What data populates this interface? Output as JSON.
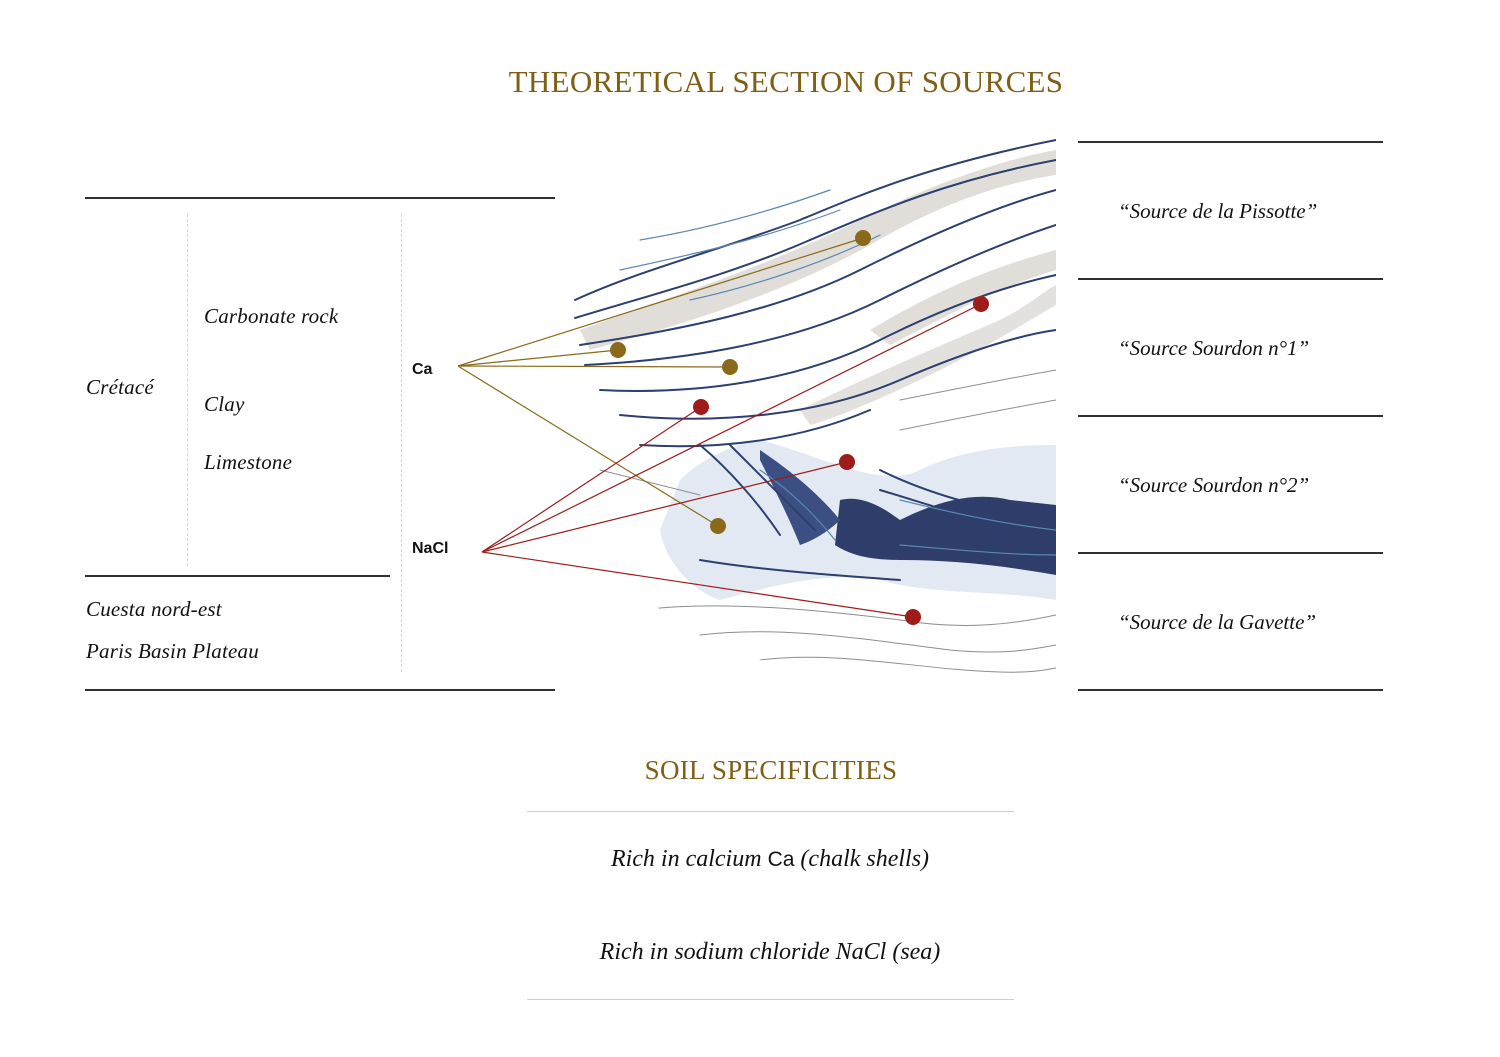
{
  "title": "THEORETICAL SECTION OF SOURCES",
  "left_table": {
    "era": "Crétacé",
    "rock_types": [
      "Carbonate rock",
      "Clay",
      "Limestone"
    ],
    "region": [
      "Cuesta nord-est",
      "Paris Basin Plateau"
    ]
  },
  "elements": {
    "calcium": {
      "label": "Ca",
      "color": "#8a6a1a"
    },
    "sodium_chloride": {
      "label": "NaCl",
      "color": "#9e1c1a"
    }
  },
  "illustration": {
    "stroke_dark": "#2d3f6e",
    "stroke_light": "#5b86b3",
    "fill_light": "#e6ecf4",
    "fill_dark": "#2f3d6b"
  },
  "sources": [
    {
      "name": "“Source de la Pissotte”"
    },
    {
      "name": "“Source Sourdon n°1”"
    },
    {
      "name": "“Source Sourdon n°2”"
    },
    {
      "name": "“Source de la Gavette”"
    }
  ],
  "soil": {
    "title": "SOIL SPECIFICITIES",
    "line1_prefix": "Rich in calcium",
    "line1_symbol": "Ca",
    "line1_suffix": "(chalk shells)",
    "line2": "Rich in sodium chloride NaCl (sea)"
  }
}
